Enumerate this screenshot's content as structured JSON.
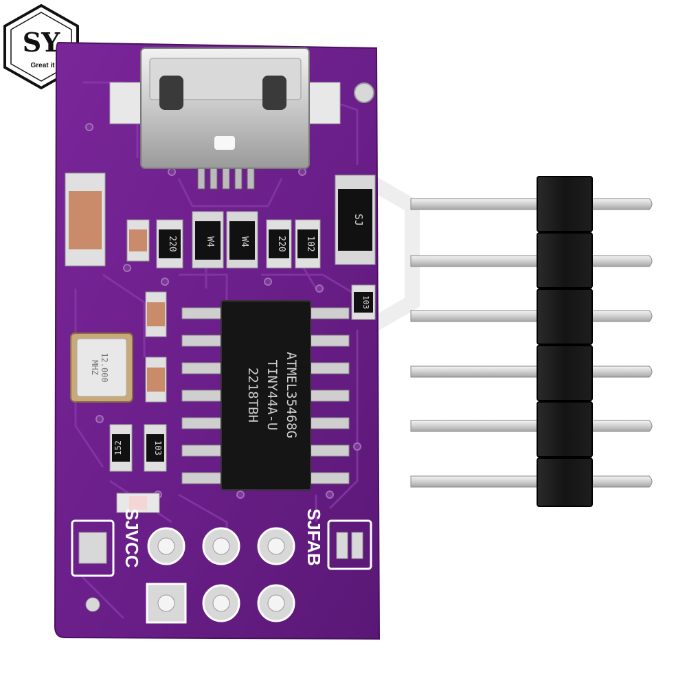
{
  "logo": {
    "letters": "SY",
    "tagline": "Great it"
  },
  "board": {
    "chip": {
      "line1": "ATMEL35468G",
      "line2": "TINY44A-U",
      "line3": "2218TBH"
    },
    "crystal": {
      "line1": "12.000",
      "line2": "MHZ"
    },
    "resistors": {
      "r1": "220",
      "r2": "220",
      "r3": "102",
      "r4": "152",
      "r5": "103",
      "r6": "103"
    },
    "diodes": {
      "d1": "W4",
      "d2": "W4",
      "d3": "SJ"
    },
    "silkscreen": {
      "left": "SJVCC",
      "right": "SJFAB"
    }
  },
  "colors": {
    "pcb": "#6b1f8a",
    "pcb_dark": "#4e1466",
    "pin_metal": "#c9c9c9",
    "header_plastic": "#151515"
  }
}
